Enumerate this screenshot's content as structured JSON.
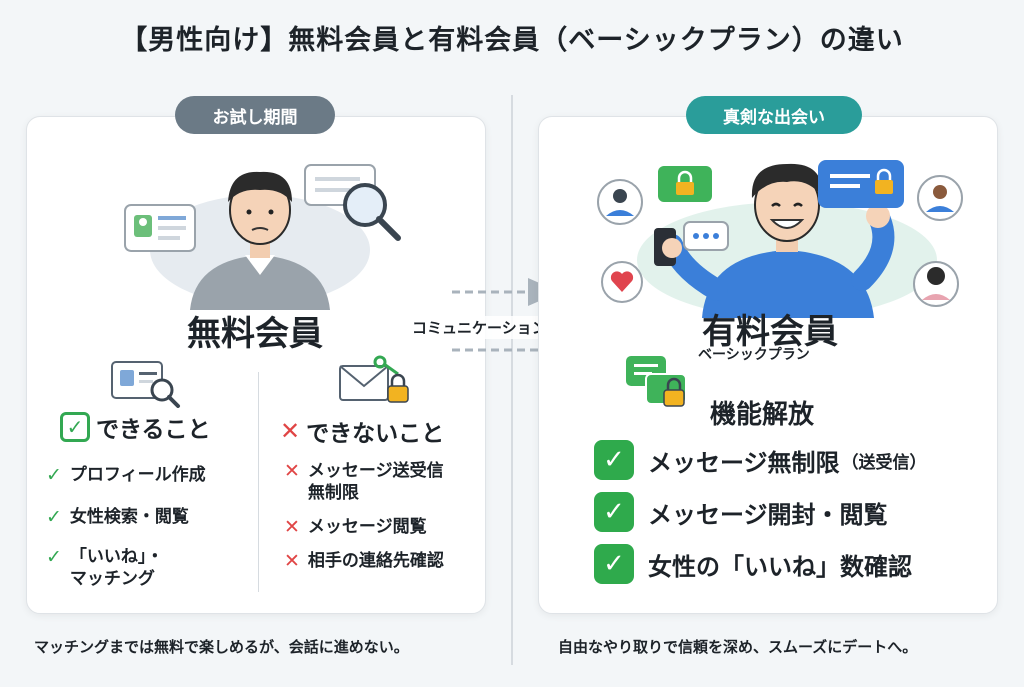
{
  "title": "【男性向け】無料会員と有料会員（ベーシックプラン）の違い",
  "left": {
    "badge": "お試し期間",
    "member_title": "無料会員",
    "can_heading": "できること",
    "can_items": [
      "プロフィール作成",
      "女性検索・閲覧",
      "「いいね」・",
      "マッチング"
    ],
    "cannot_heading": "できないこと",
    "cannot_items": [
      "メッセージ送受信",
      "無制限",
      "メッセージ閲覧",
      "相手の連絡先確認"
    ],
    "caption": "マッチングまでは無料で楽しめるが、会話に進めない。"
  },
  "middle": {
    "wall_label": "コミュニケーションの壁"
  },
  "right": {
    "badge": "真剣な出会い",
    "member_title": "有料会員",
    "plan_name": "ベーシックプラン",
    "unlock_heading": "機能解放",
    "features": [
      {
        "main": "メッセージ無制限",
        "suffix": "（送受信）"
      },
      {
        "main": "メッセージ開封・閲覧",
        "suffix": ""
      },
      {
        "main": "女性の「いいね」数確認",
        "suffix": ""
      }
    ],
    "caption": "自由なやり取りで信頼を深め、スムーズにデートへ。"
  },
  "icons": {
    "check": "check-icon",
    "cross": "cross-icon",
    "lock": "lock-icon",
    "magnifier": "magnifier-icon",
    "profile_card": "profile-card-icon",
    "envelope": "envelope-icon",
    "heart": "heart-icon",
    "chat": "chat-bubble-icon"
  },
  "colors": {
    "free_badge": "#6b7a86",
    "paid_badge": "#2a9d9a",
    "check_green": "#33a852",
    "cross_red": "#e04545",
    "accent_blue": "#3b7fd9"
  }
}
